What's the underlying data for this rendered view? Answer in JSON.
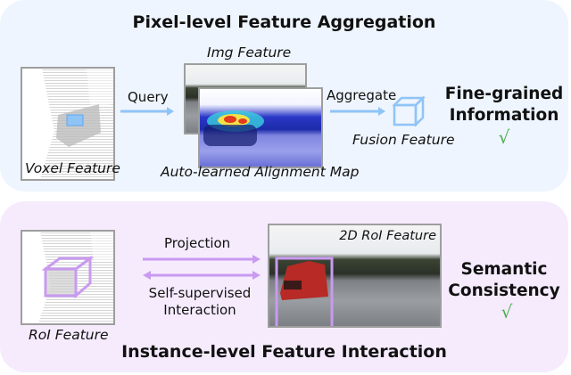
{
  "top_panel": {
    "title": "Pixel-level Feature Aggregation",
    "voxel_label": "Voxel Feature",
    "query_label": "Query",
    "img_feature_label": "Img Feature",
    "alignment_map_label": "Auto-learned Alignment Map",
    "aggregate_label": "Aggregate",
    "fusion_label": "Fusion Feature",
    "claim_line1": "Fine-grained",
    "claim_line2": "Information",
    "check": "√",
    "background": "#eef5fe",
    "accent": "#8fc4f7"
  },
  "bottom_panel": {
    "title": "Instance-level Feature Interaction",
    "roi_label": "RoI Feature",
    "projection_label": "Projection",
    "interaction_line1": "Self-supervised",
    "interaction_line2": "Interaction",
    "roi2d_label": "2D RoI Feature",
    "claim_line1": "Semantic",
    "claim_line2": "Consistency",
    "check": "√",
    "background": "#f5ebfd",
    "accent": "#c99af0"
  }
}
